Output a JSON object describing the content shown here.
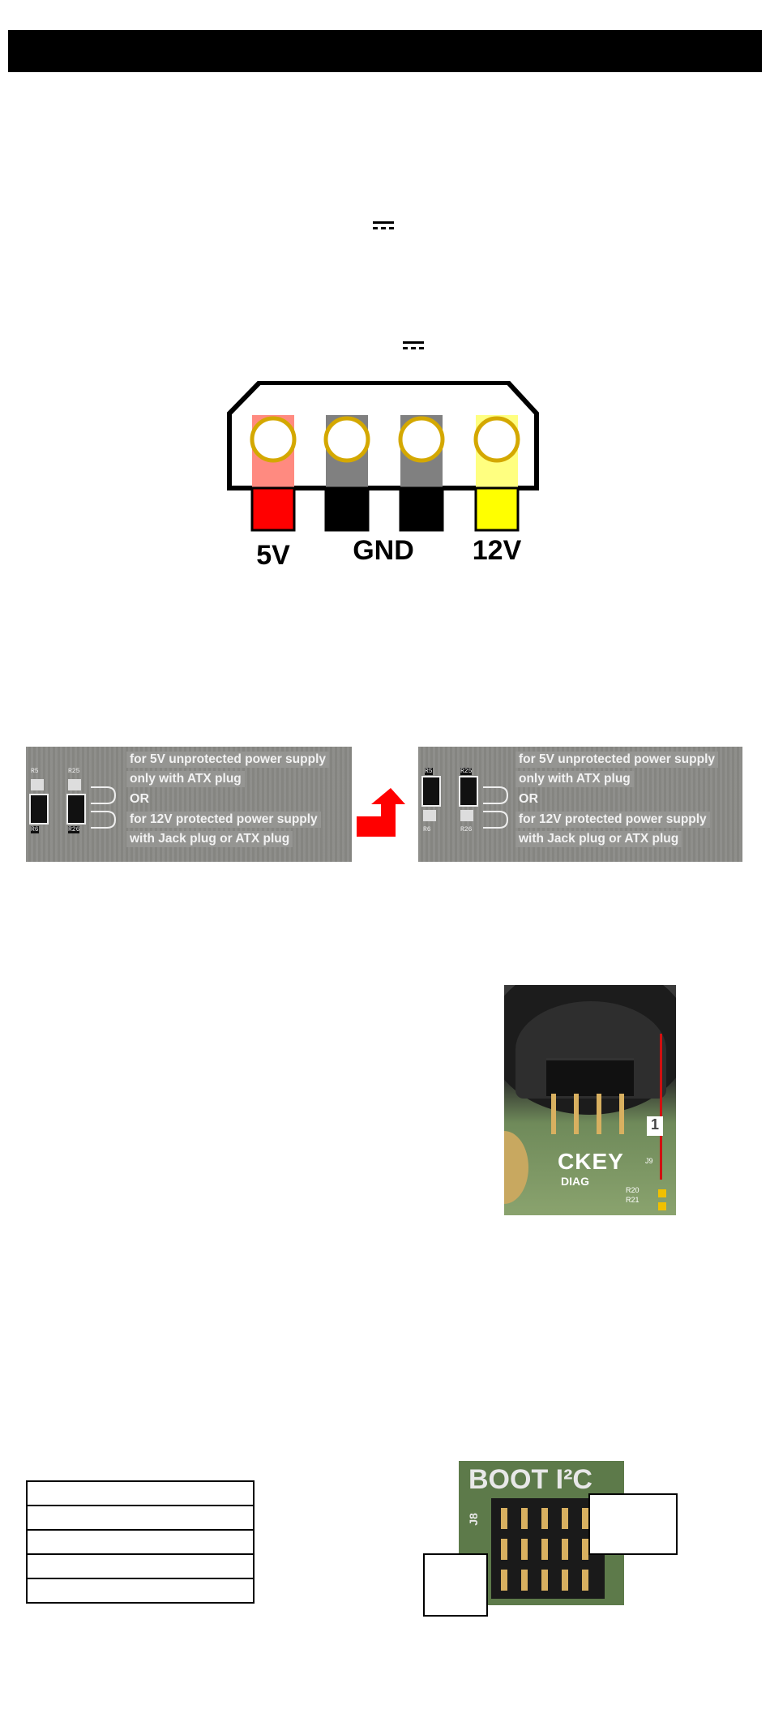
{
  "connector": {
    "pins": [
      {
        "label": "5V",
        "wire_color": "#ff8a80",
        "tip_color": "#ff0000"
      },
      {
        "label": "GND",
        "wire_color": "#808080",
        "tip_color": "#000000"
      },
      {
        "label": "",
        "wire_color": "#808080",
        "tip_color": "#000000"
      },
      {
        "label": "12V",
        "wire_color": "#ffff80",
        "tip_color": "#ffff00"
      }
    ],
    "ring_color": "#d4a800"
  },
  "jumper_panels": {
    "line1": "for 5V unprotected power supply",
    "line2": "only with ATX plug",
    "or": "OR",
    "line3": "for 12V protected power supply",
    "line4": "with Jack plug or ATX plug",
    "silk": {
      "r5": "R5",
      "r25": "R25",
      "r6": "R6",
      "r26": "R26"
    }
  },
  "arrow_color": "#ff0000",
  "ckey_photo": {
    "pin1": "1",
    "ckey": "CKEY",
    "diag": "DIAG",
    "j9": "J9",
    "r20": "R20",
    "r21": "R21"
  },
  "boot_photo": {
    "label": "BOOT I²C",
    "j8": "J8"
  }
}
